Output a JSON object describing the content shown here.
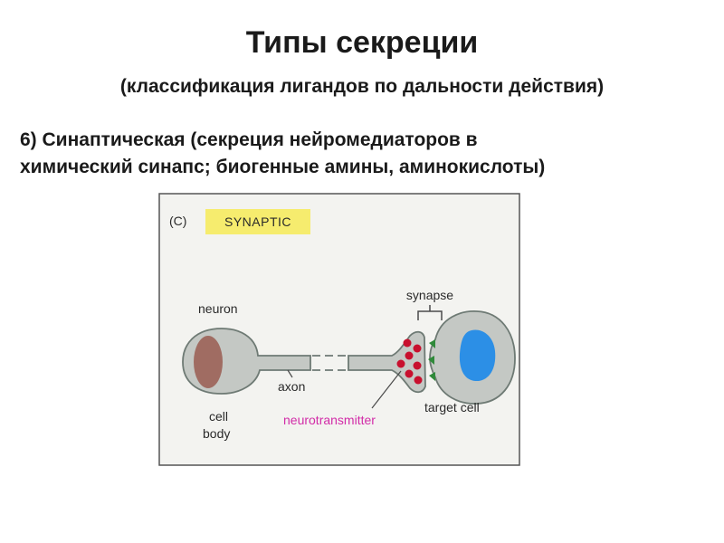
{
  "slide": {
    "title": "Типы секреции",
    "subtitle": "(классификация лигандов по дальности действия)",
    "point_line1": "6) Синаптическая (секреция нейромедиаторов в",
    "point_line2": "химический синапс; биогенные амины, аминокислоты)"
  },
  "figure": {
    "panel_letter": "(C)",
    "tag": "SYNAPTIC",
    "labels": {
      "neuron": "neuron",
      "synapse": "synapse",
      "axon": "axon",
      "cell_line1": "cell",
      "cell_line2": "body",
      "neurotransmitter": "neurotransmitter",
      "target_cell": "target cell"
    },
    "colors": {
      "panel_bg": "#f3f3f0",
      "panel_border": "#555555",
      "tag_bg": "#f6ec6e",
      "cell_fill": "#c4c8c4",
      "cell_stroke": "#6e7a74",
      "nucleus_neuron": "#a06c62",
      "nucleus_target": "#2c8fe6",
      "vesicle": "#c8102e",
      "receptor": "#2f8a3a",
      "neurotransmitter_label": "#d22ca8"
    }
  }
}
